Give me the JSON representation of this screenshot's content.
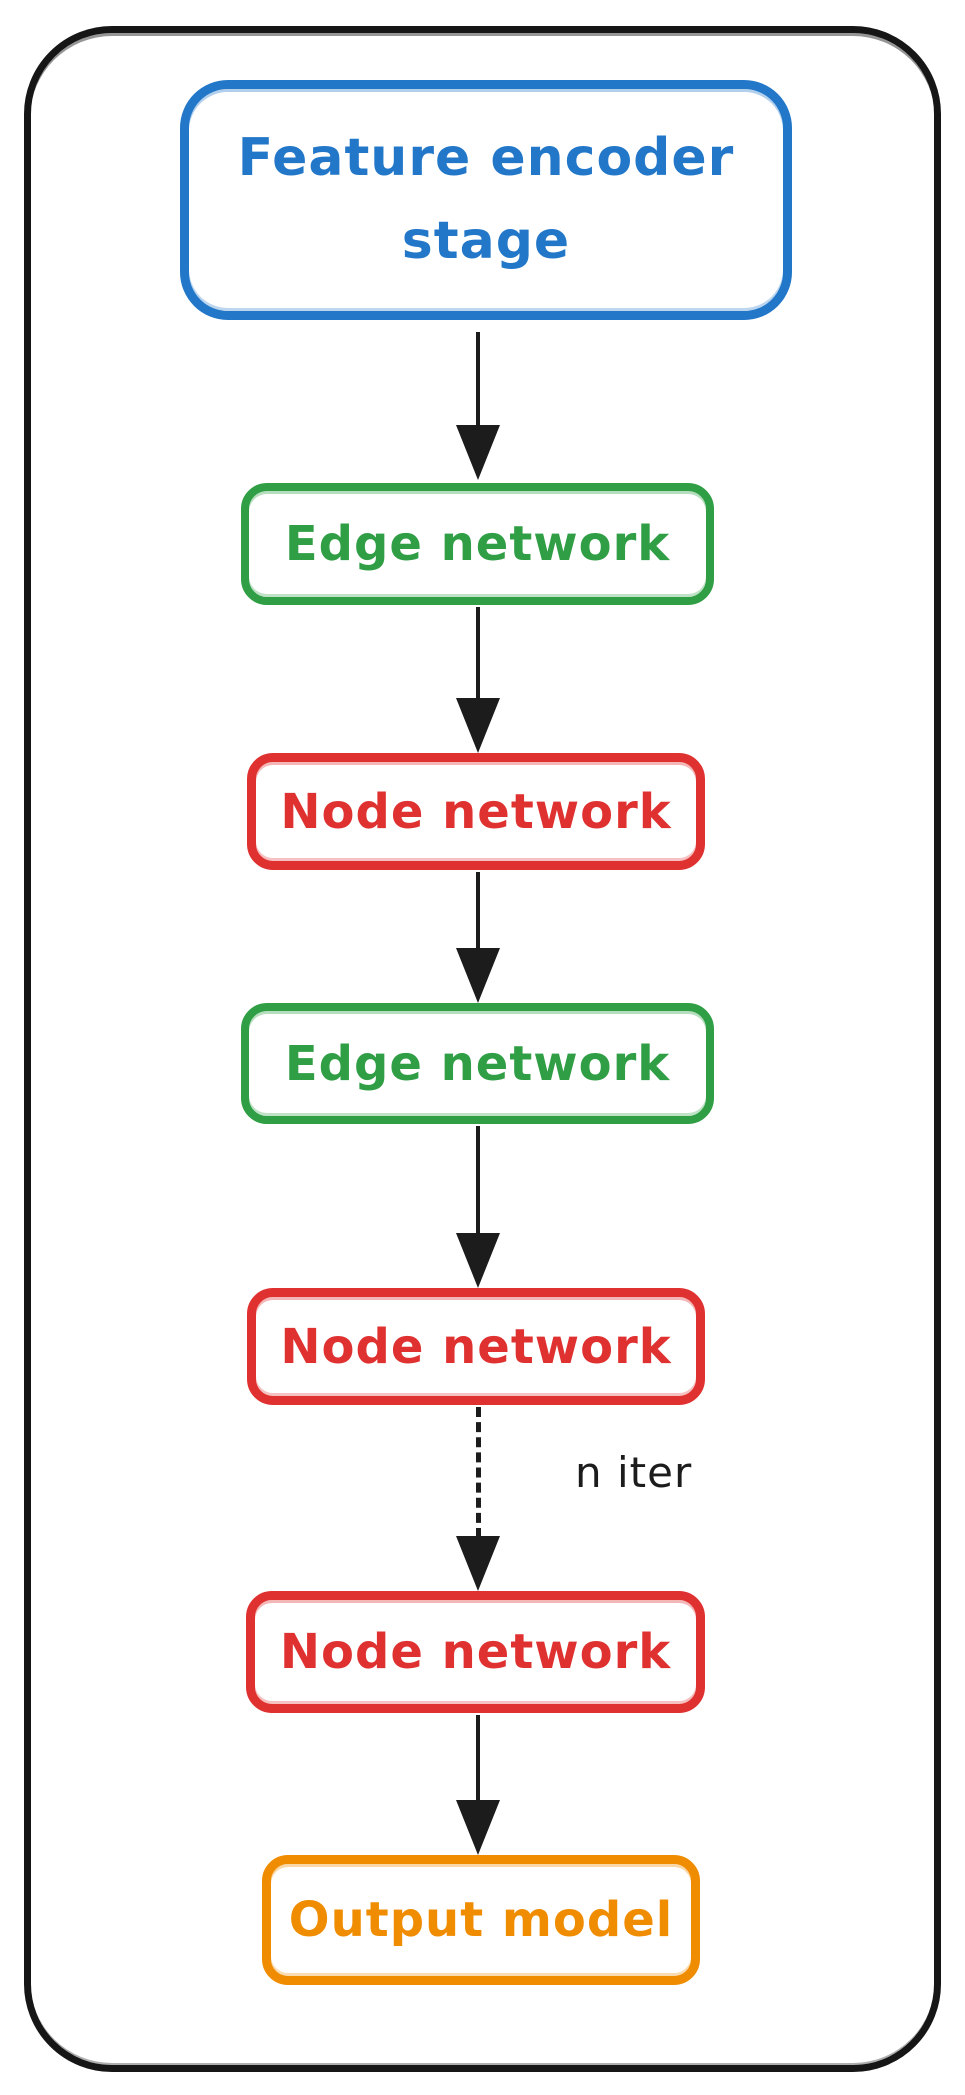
{
  "diagram": {
    "nodes": [
      {
        "id": "feature-encoder-stage",
        "label": "Feature encoder stage",
        "lines": [
          "Feature encoder",
          "stage"
        ],
        "color": "#2277c9"
      },
      {
        "id": "edge-network-1",
        "label": "Edge network",
        "color": "#2f9e44"
      },
      {
        "id": "node-network-1",
        "label": "Node network",
        "color": "#e03131"
      },
      {
        "id": "edge-network-2",
        "label": "Edge network",
        "color": "#2f9e44"
      },
      {
        "id": "node-network-2",
        "label": "Node network",
        "color": "#e03131"
      },
      {
        "id": "node-network-3",
        "label": "Node network",
        "color": "#e03131"
      },
      {
        "id": "output-model",
        "label": "Output model",
        "color": "#f08c00"
      }
    ],
    "edges": [
      {
        "from": "feature-encoder-stage",
        "to": "edge-network-1",
        "style": "solid"
      },
      {
        "from": "edge-network-1",
        "to": "node-network-1",
        "style": "solid"
      },
      {
        "from": "node-network-1",
        "to": "edge-network-2",
        "style": "solid"
      },
      {
        "from": "edge-network-2",
        "to": "node-network-2",
        "style": "solid"
      },
      {
        "from": "node-network-2",
        "to": "node-network-3",
        "style": "dashed",
        "label": "n iter"
      },
      {
        "from": "node-network-3",
        "to": "output-model",
        "style": "solid"
      }
    ],
    "colors": {
      "blue": "#2277c9",
      "green": "#2f9e44",
      "red": "#e03131",
      "orange": "#f08c00",
      "arrow": "#1c1c1c",
      "frame": "#161616",
      "background": "#ffffff"
    }
  }
}
